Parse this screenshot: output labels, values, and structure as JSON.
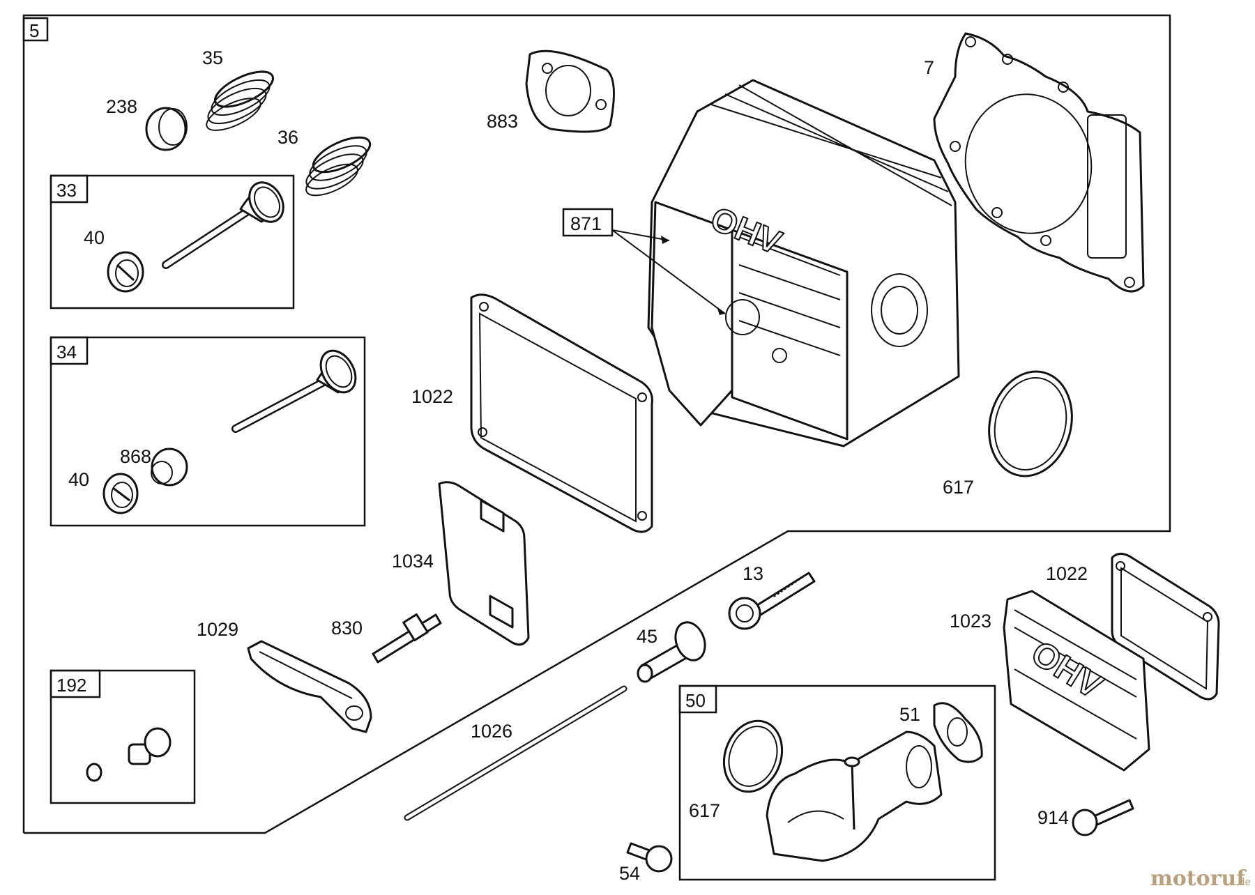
{
  "diagram": {
    "frame_label": "5",
    "group_boxes": [
      {
        "id": "33",
        "label": "33"
      },
      {
        "id": "34",
        "label": "34"
      },
      {
        "id": "192",
        "label": "192"
      },
      {
        "id": "50",
        "label": "50"
      }
    ],
    "part_labels": {
      "p35": "35",
      "p238": "238",
      "p36": "36",
      "p883": "883",
      "p7": "7",
      "p871": "871",
      "p40a": "40",
      "p40b": "40",
      "p868": "868",
      "p1022a": "1022",
      "p617a": "617",
      "p1034": "1034",
      "p13": "13",
      "p1022b": "1022",
      "p1023": "1023",
      "p1029": "1029",
      "p830": "830",
      "p45": "45",
      "p1026": "1026",
      "p51": "51",
      "p617b": "617",
      "p914": "914",
      "p54": "54"
    },
    "embossed_text": {
      "head": "OHV",
      "cover": "OHV"
    }
  },
  "watermark": {
    "text": "motoruf",
    "suffix": ".de",
    "color": "#b8a07c"
  }
}
